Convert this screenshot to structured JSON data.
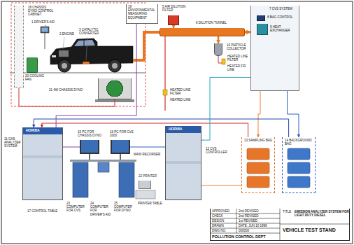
{
  "diagram": {
    "nodes": [
      {
        "text": [
          "18 CHASSIS DYNO CONTROL CABINET"
        ]
      },
      {
        "text": [
          "19 ENVIRONMENTAL MEASURING EQUIPMENT"
        ]
      },
      {
        "text": [
          "5 AIR DILUTION FILTER"
        ]
      },
      {
        "text": [
          "6 DILUTION TUNNEL"
        ]
      },
      {
        "text": [
          "10 PARTICLE COLLECTOR"
        ]
      },
      {
        "text": [
          "7 CVS SYSTEM"
        ]
      },
      {
        "text": [
          "8 BAG CONTROL"
        ],
        "in": 5
      },
      {
        "text": [
          "9 HEAT EXCHANGER"
        ],
        "in": 5
      },
      {
        "text": [
          "20 COOLING FAN"
        ]
      },
      {
        "text": [
          "21 4W CHASSIS DYNO"
        ]
      },
      {
        "text": [
          "HORIBA",
          "11 GAS ANALYZER SYSTEM"
        ]
      },
      {
        "text": [
          "15 PC FOR CHASSIS DYNO"
        ]
      },
      {
        "text": [
          "16 PC FOR CVS 2000"
        ]
      },
      {
        "text": [
          "17 CONTROL TABLE"
        ]
      },
      {
        "text": [
          "22 PRINTER"
        ]
      },
      {
        "text": [
          "HORIBA",
          "12 CVS CONTROLLER"
        ]
      },
      {
        "text": [
          "13 SAMPLING BAG"
        ]
      },
      {
        "text": [
          "14 BACKGROUND BAG"
        ]
      },
      {
        "text": [
          "APPROVED",
          "2nd REVISED",
          "CHECK",
          "2nd REVISED",
          "DESIGN",
          "1st REVISED",
          "DRAWN",
          "DATE: JUN 10 1998",
          "DWG NO.",
          "000000",
          "POLLUTION CONTROL DEPT",
          "TITLE",
          "EMISSION ANALYZER SYSTEM FOR LIGHT DUTY DIESEL",
          "VEHICLE TEST STAND"
        ]
      }
    ],
    "edges": [
      {
        "from": 2,
        "to": 3,
        "arrow": "to"
      },
      {
        "from": 3,
        "to": 5,
        "arrow": "to"
      },
      {
        "from": 3,
        "to": 4,
        "arrow": "to"
      },
      {
        "from": 5,
        "to": 16,
        "arrow": "to"
      },
      {
        "from": 5,
        "to": 17,
        "arrow": "to"
      },
      {
        "from": 16,
        "to": 10,
        "arrow": "to"
      },
      {
        "from": 17,
        "to": 10,
        "arrow": "to"
      },
      {
        "from": 15,
        "to": 5,
        "arrow": "none"
      },
      {
        "from": 10,
        "to": 11,
        "arrow": "none"
      },
      {
        "from": 15,
        "to": 12,
        "arrow": "none"
      },
      {
        "from": 0,
        "to": 9,
        "arrow": "none"
      },
      {
        "from": 1,
        "to": 10,
        "arrow": "none"
      },
      {
        "from": 15,
        "to": 16,
        "arrow": "none"
      }
    ],
    "labels": [
      "1 DRIVER'S AID",
      "2 ENGINE",
      "3 CATALYTIC CONVERTER",
      "HEATED LINE FILTER",
      "HEATED FID LINE",
      "HEATED LINE FILTER",
      "HEATED LINE",
      "MAIN RECORDER",
      "23 COMPUTER FOR CVS",
      "24 COMPUTER FOR DRIVER'S AID",
      "25 COMPUTER FOR DYNO",
      "PRINTER TABLE"
    ]
  }
}
